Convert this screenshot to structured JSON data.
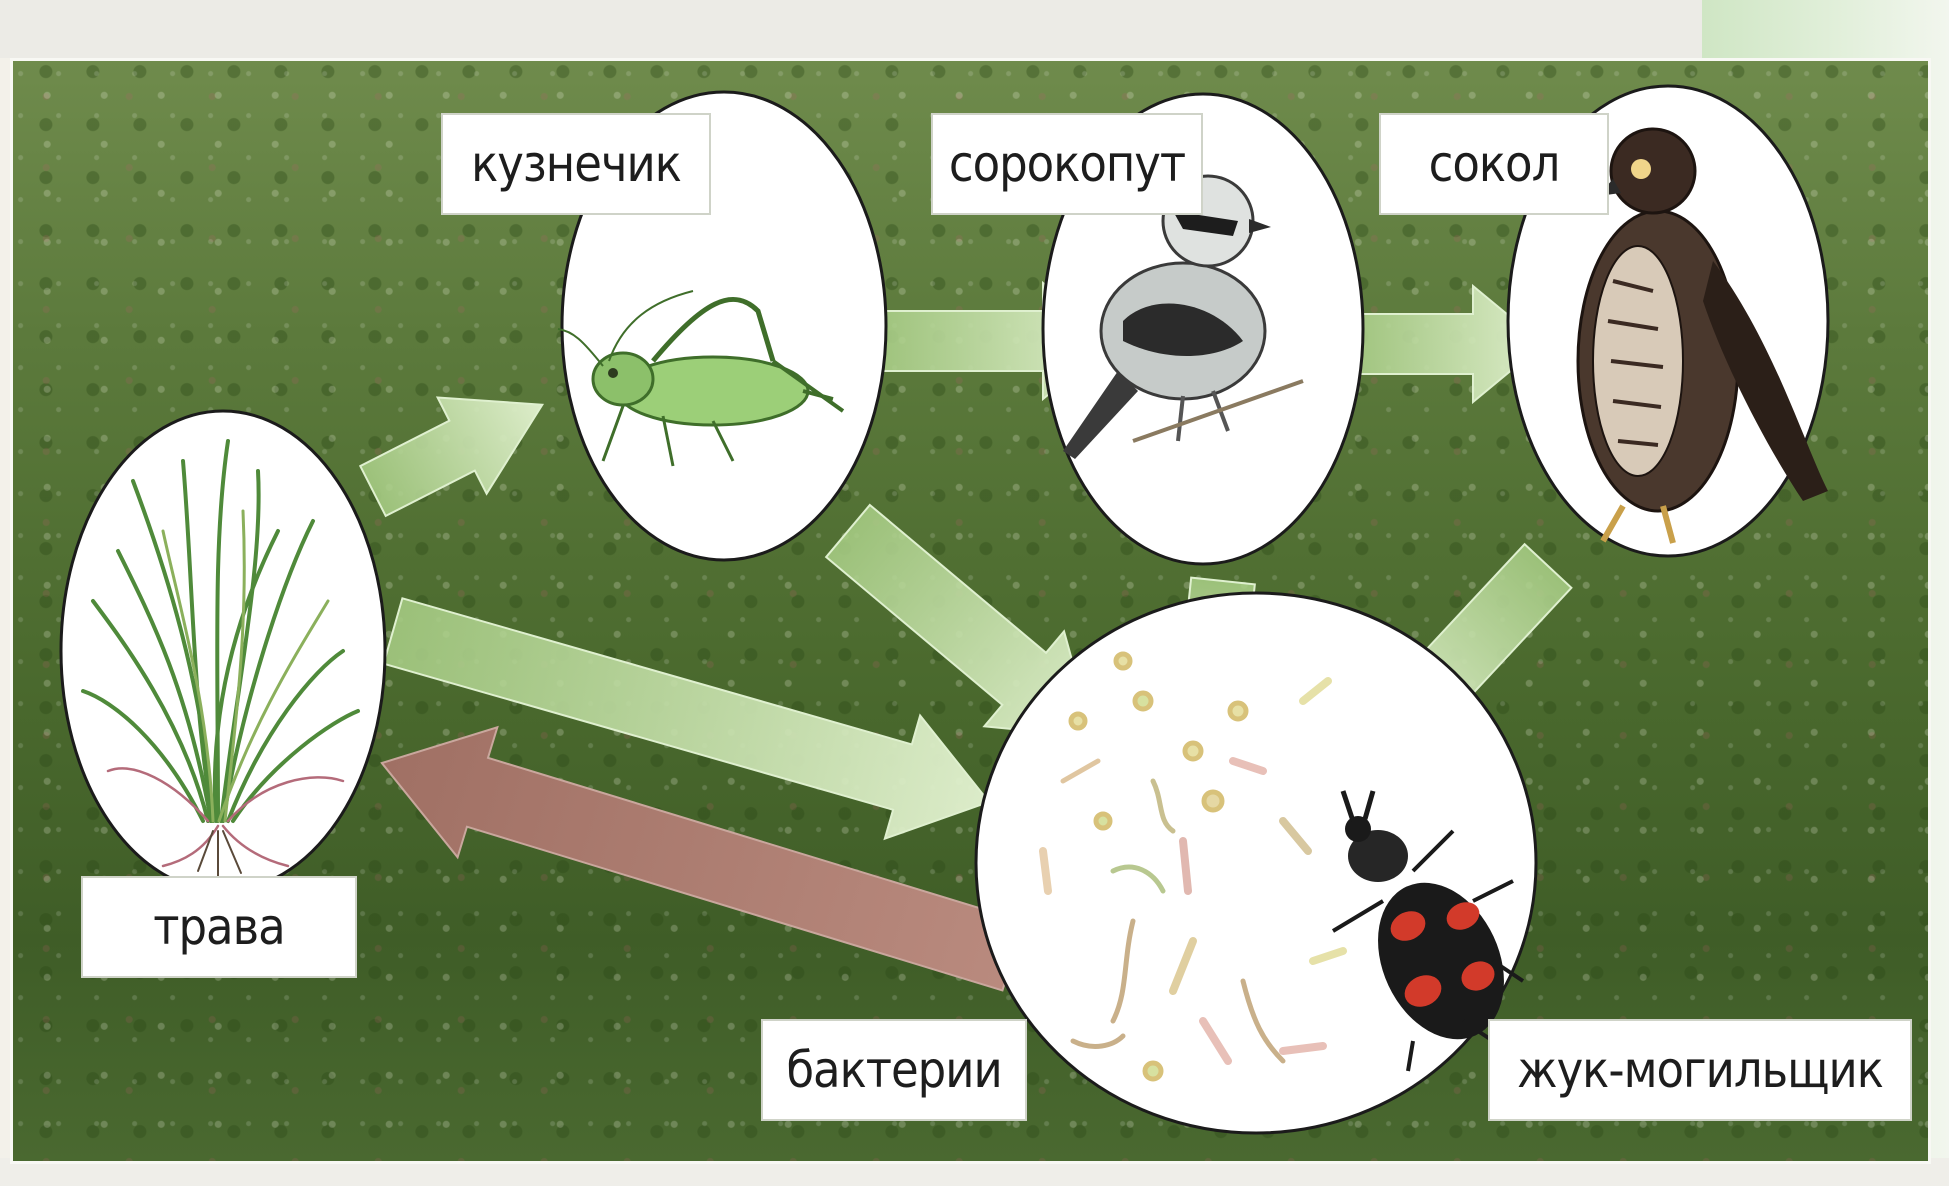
{
  "labels": {
    "grass": "трава",
    "grasshopper": "кузнечик",
    "shrike": "сорокопут",
    "falcon": "сокол",
    "bacteria": "бактерии",
    "beetle": "жук-могильщик"
  },
  "colors": {
    "arrow_green": "#c9e6a9",
    "arrow_return": "#b98a7e",
    "circle_fill": "#ffffff",
    "grass_green": "#4f8a3a",
    "grasshopper_green": "#8cc06a",
    "shrike_grey": "#9aa0a0",
    "falcon_brown": "#3b2a22",
    "beetle_red": "#d23a2a"
  },
  "icons": [
    "grass-plant-icon",
    "grasshopper-icon",
    "shrike-bird-icon",
    "falcon-bird-icon",
    "bacteria-icon",
    "burying-beetle-icon"
  ]
}
